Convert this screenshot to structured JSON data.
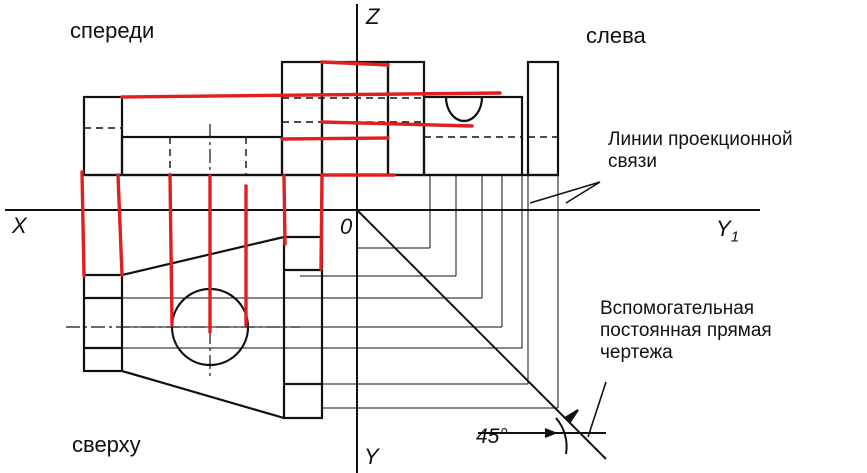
{
  "views": {
    "front": "спереди",
    "left": "слева",
    "top": "сверху"
  },
  "axes": {
    "z": "Z",
    "x": "X",
    "y1": "Y",
    "y1_sub": "1",
    "origin": "0",
    "y": "Y"
  },
  "callouts": {
    "projection_lines": "Линии проекционной\nсвязи",
    "auxiliary_line": "Вспомогательная\nпостоянная прямая\nчертежа"
  },
  "angle_label": "45°",
  "colors": {
    "drawing_line": "#111111",
    "highlight": "#e02020",
    "background": "#ffffff"
  }
}
